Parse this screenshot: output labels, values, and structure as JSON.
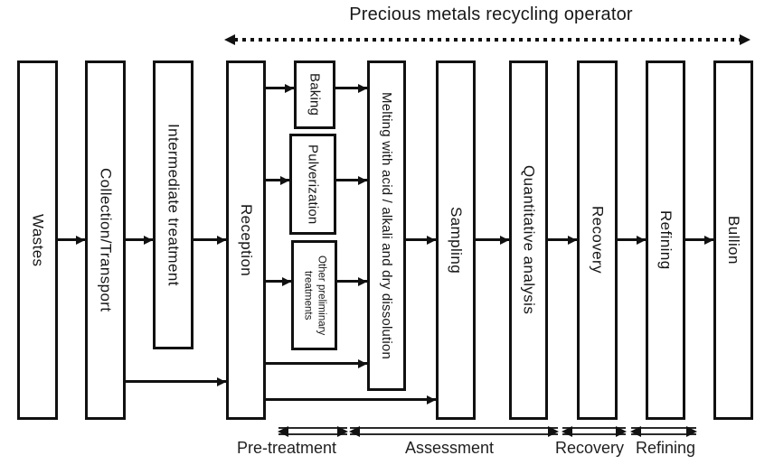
{
  "title": "Precious metals recycling operator",
  "colors": {
    "line": "#111111",
    "text": "#1a1a1a",
    "background": "#ffffff"
  },
  "stages": [
    {
      "label": "Wastes"
    },
    {
      "label": "Collection/Transport"
    },
    {
      "label": "Intermediate treatment"
    },
    {
      "label": "Reception"
    },
    {
      "label": "Melting with acid / alkali and dry dissolution"
    },
    {
      "label": "Sampling"
    },
    {
      "label": "Quantitative analysis"
    },
    {
      "label": "Recovery"
    },
    {
      "label": "Refining"
    },
    {
      "label": "Bullion"
    }
  ],
  "pretreatment_options": [
    {
      "label": "Baking"
    },
    {
      "label": "Pulverization"
    },
    {
      "label": "Other preliminary treatments"
    }
  ],
  "phases": [
    {
      "label": "Pre-treatment"
    },
    {
      "label": "Assessment"
    },
    {
      "label": "Recovery"
    },
    {
      "label": "Refining"
    }
  ]
}
